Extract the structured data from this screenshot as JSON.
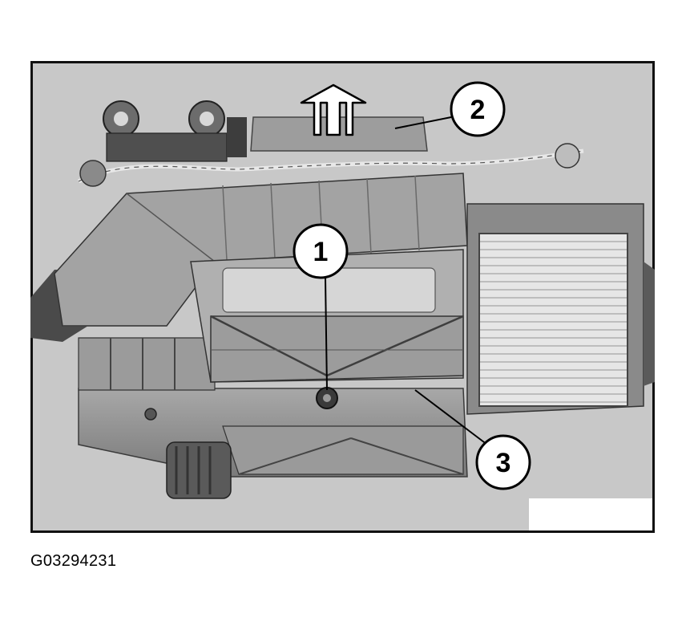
{
  "figure": {
    "callouts": [
      {
        "label": "1"
      },
      {
        "label": "2"
      },
      {
        "label": "3"
      }
    ],
    "figure_id": "G03294231"
  },
  "colors": {
    "frame": "#111111",
    "background": "#c9c9c9",
    "housing": "#8f8f8f",
    "housing_light": "#b5b5b5",
    "filter_light": "#efefef"
  },
  "icons": [
    "up-arrow-icon"
  ]
}
